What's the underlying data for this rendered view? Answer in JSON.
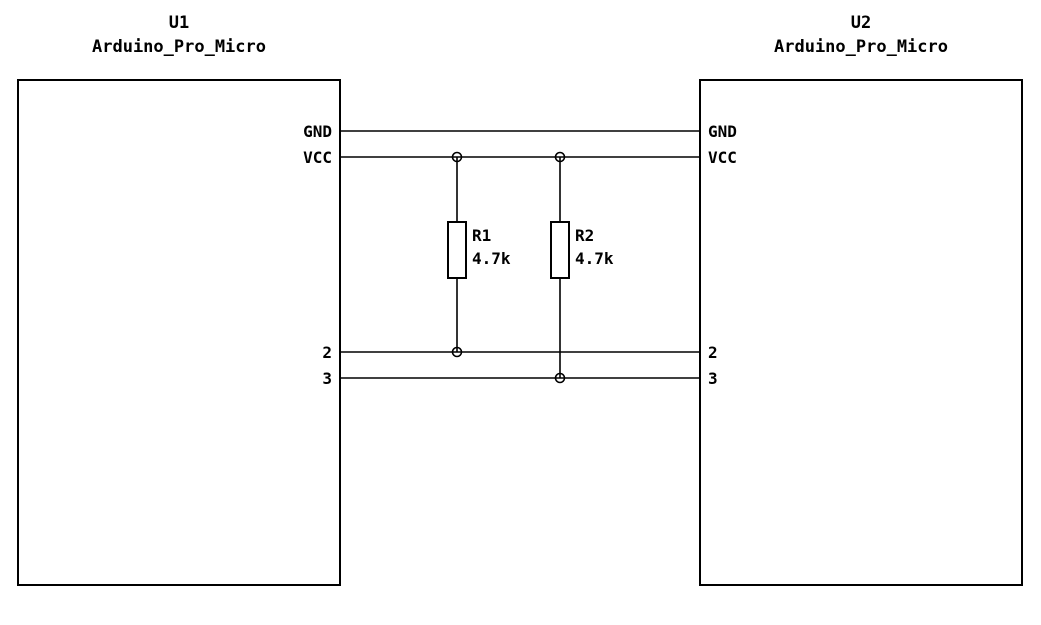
{
  "schematic": {
    "u1": {
      "ref": "U1",
      "value": "Arduino_Pro_Micro",
      "pins": {
        "gnd": "GND",
        "vcc": "VCC",
        "p2": "2",
        "p3": "3"
      }
    },
    "u2": {
      "ref": "U2",
      "value": "Arduino_Pro_Micro",
      "pins": {
        "gnd": "GND",
        "vcc": "VCC",
        "p2": "2",
        "p3": "3"
      }
    },
    "r1": {
      "ref": "R1",
      "value": "4.7k"
    },
    "r2": {
      "ref": "R2",
      "value": "4.7k"
    },
    "colors": {
      "stroke": "#000000",
      "background": "#ffffff"
    }
  }
}
